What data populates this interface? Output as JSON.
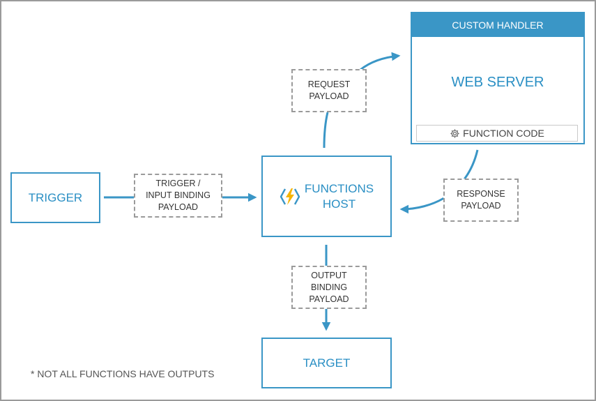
{
  "nodes": {
    "trigger": "TRIGGER",
    "functions_host": [
      "FUNCTIONS",
      "HOST"
    ],
    "target": "TARGET",
    "custom_handler": {
      "header": "CUSTOM HANDLER",
      "title": "WEB SERVER",
      "function_code": "FUNCTION CODE"
    }
  },
  "payloads": {
    "trigger_input": [
      "TRIGGER /",
      "INPUT BINDING",
      "PAYLOAD"
    ],
    "request": [
      "REQUEST",
      "PAYLOAD"
    ],
    "response": [
      "RESPONSE",
      "PAYLOAD"
    ],
    "output": [
      "OUTPUT",
      "BINDING",
      "PAYLOAD"
    ]
  },
  "footnote": "* NOT ALL FUNCTIONS HAVE OUTPUTS",
  "colors": {
    "accent": "#3a96c6",
    "dashed_border": "#9a9a9a",
    "frame": "#9a9a9a",
    "bolt": "#f5b400"
  },
  "icons": [
    "azure-functions-bolt-icon",
    "gear-icon"
  ]
}
